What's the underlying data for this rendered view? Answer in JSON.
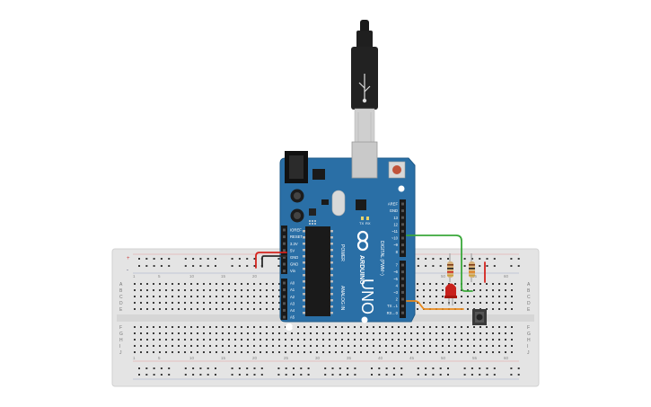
{
  "arduino": {
    "brand": "ARDUINO",
    "model": "UNO",
    "power_header": "POWER",
    "analog_header": "ANALOG IN",
    "digital_header": "DIGITAL (PWM~)",
    "tx_label": "TX",
    "rx_label": "RX",
    "power_pins": [
      "IOREF",
      "RESET",
      "3.3V",
      "5V",
      "GND",
      "GND",
      "Vin"
    ],
    "analog_pins": [
      "A0",
      "A1",
      "A2",
      "A3",
      "A4",
      "A5"
    ],
    "digital_pins_top": [
      "AREF",
      "GND",
      "13",
      "12",
      "~11",
      "~10",
      "~9",
      "8"
    ],
    "digital_pins_bottom": [
      "7",
      "~6",
      "~5",
      "4",
      "~3",
      "2",
      "TX→1",
      "RX←0"
    ]
  },
  "breadboard": {
    "row_letters_top": [
      "A",
      "B",
      "C",
      "D",
      "E"
    ],
    "row_letters_bottom": [
      "F",
      "G",
      "H",
      "I",
      "J"
    ],
    "column_numbers": [
      "1",
      "5",
      "10",
      "15",
      "20",
      "25",
      "30",
      "35",
      "40",
      "45",
      "50",
      "55",
      "60"
    ],
    "rail_plus": "+",
    "rail_minus": "-"
  },
  "colors": {
    "board": "#2a6fa6",
    "breadboard": "#e4e4e4",
    "wire_green": "#3aa83a",
    "wire_orange": "#e8891c",
    "wire_red": "#d4221c",
    "wire_black": "#2b2b2b",
    "led": "#c8211c"
  }
}
